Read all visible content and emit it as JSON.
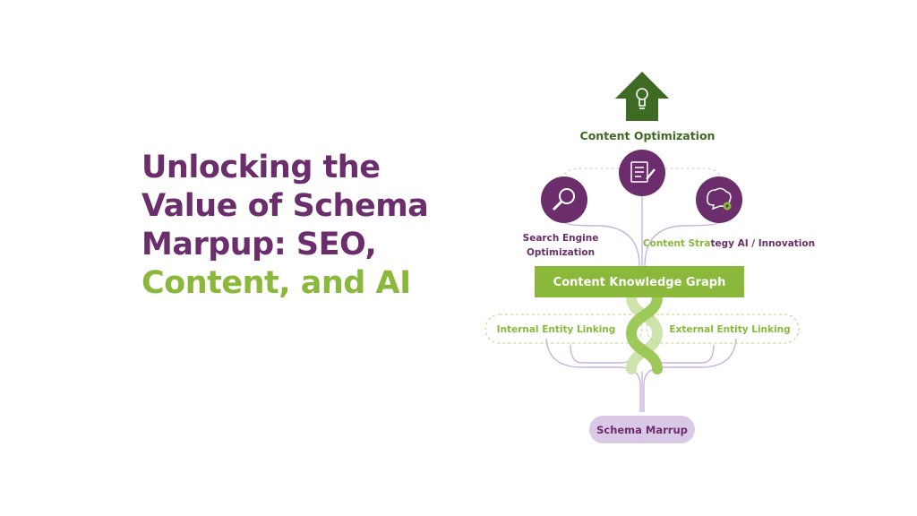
{
  "headline": {
    "line1": "Unlocking the",
    "line2": "Value of Schema",
    "line3": "Marpup: SEO,",
    "line4": "Content, and AI"
  },
  "diagram": {
    "top_label": "Content Optimization",
    "seo_label_1": "Search Engine",
    "seo_label_2": "Optimization",
    "strategy_label_a": "Content Stra",
    "strategy_label_b": "tegy AI / Innovation",
    "knowledge_graph": "Content Knowledge Graph",
    "internal_linking": "Internal Entity Linking",
    "external_linking": "External Entity Linking",
    "root": "Schema Marrup"
  },
  "colors": {
    "purple": "#6b2d6b",
    "green": "#8ab83a",
    "dark_green": "#3d6b23",
    "lavender": "#d9c9e6",
    "line": "#c9b3dd"
  },
  "icons": [
    "lightbulb-icon",
    "magnifier-icon",
    "document-pencil-icon",
    "brain-gear-icon"
  ]
}
